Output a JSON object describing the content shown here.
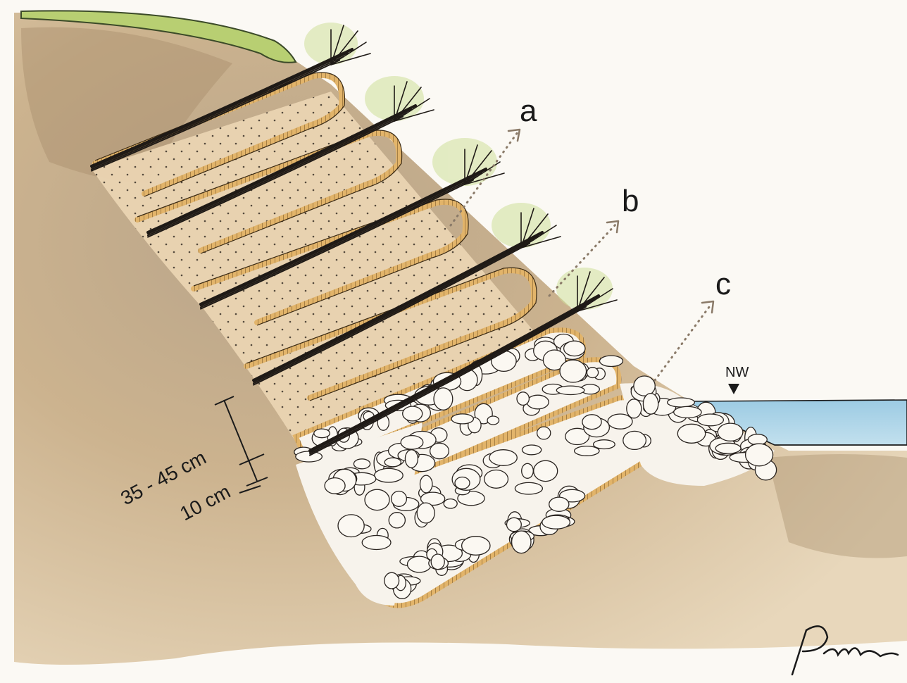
{
  "labels": {
    "a": "a",
    "b": "b",
    "c": "c",
    "water_level": "NW"
  },
  "dimensions": {
    "layer_spacing": "35 - 45 cm",
    "gravel_layer": "10 cm"
  },
  "signature": "Puhm",
  "colors": {
    "soil": "#c9ad82",
    "soil_dark": "#a88e6c",
    "fill": "#e8cfaa",
    "geotextile": "#e2b46a",
    "grass": "#b8cf72",
    "water": "#a9d2e6",
    "stone_fill": "#f7f3ec",
    "branches": "#1f1a16"
  }
}
